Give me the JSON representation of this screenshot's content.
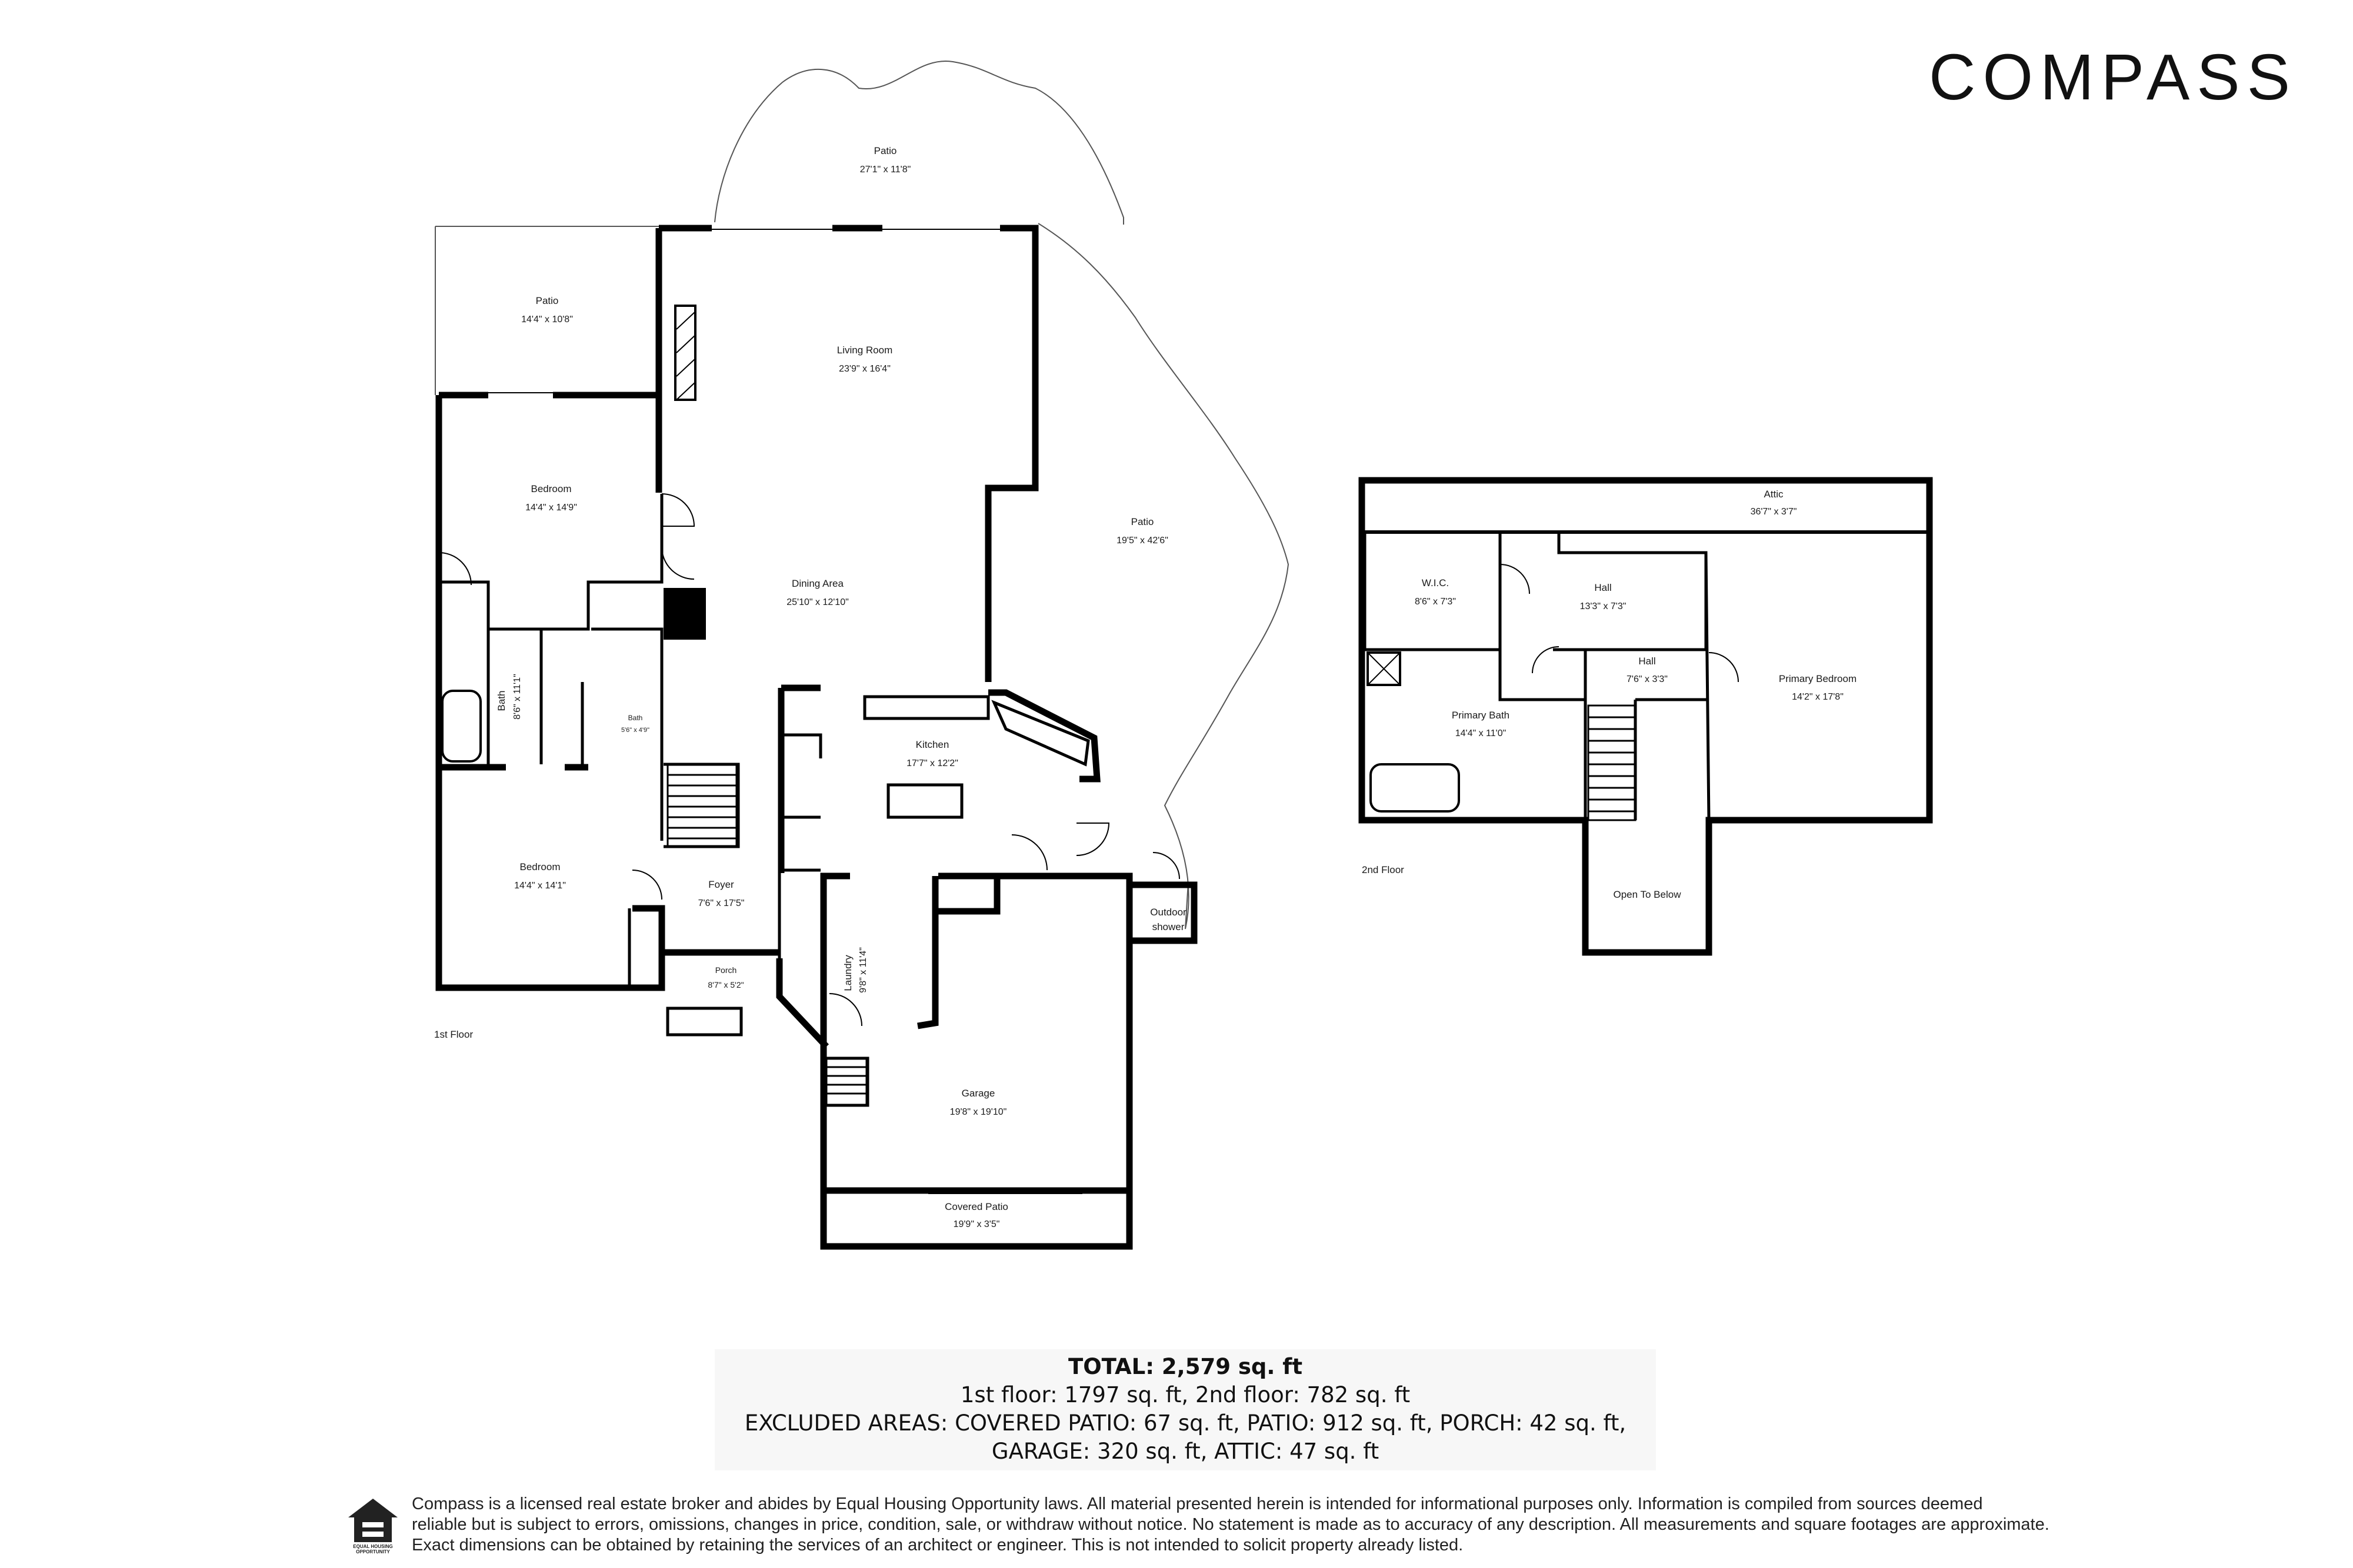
{
  "brand": {
    "logo_text": "COMPASS"
  },
  "floors": {
    "first": {
      "label": "1st Floor"
    },
    "second": {
      "label": "2nd Floor"
    }
  },
  "rooms": {
    "patio_top": {
      "name": "Patio",
      "dims": "27'1\" x 11'8\""
    },
    "patio_left": {
      "name": "Patio",
      "dims": "14'4\" x 10'8\""
    },
    "living_room": {
      "name": "Living Room",
      "dims": "23'9\" x 16'4\""
    },
    "patio_right": {
      "name": "Patio",
      "dims": "19'5\" x 42'6\""
    },
    "bedroom_upper": {
      "name": "Bedroom",
      "dims": "14'4\" x 14'9\""
    },
    "dining_area": {
      "name": "Dining Area",
      "dims": "25'10\" x 12'10\""
    },
    "bath_large": {
      "name": "Bath",
      "dims": "8'6\" x 11'1\""
    },
    "bath_small": {
      "name": "Bath",
      "dims": "5'6\" x 4'9\""
    },
    "kitchen": {
      "name": "Kitchen",
      "dims": "17'7\" x 12'2\""
    },
    "bedroom_lower": {
      "name": "Bedroom",
      "dims": "14'4\" x 14'1\""
    },
    "foyer": {
      "name": "Foyer",
      "dims": "7'6\" x 17'5\""
    },
    "porch": {
      "name": "Porch",
      "dims": "8'7\" x 5'2\""
    },
    "laundry": {
      "name": "Laundry",
      "dims": "9'8\" x 11'4\""
    },
    "outdoor_shower": {
      "name": "Outdoor",
      "name2": "shower"
    },
    "garage": {
      "name": "Garage",
      "dims": "19'8\" x 19'10\""
    },
    "covered_patio": {
      "name": "Covered Patio",
      "dims": "19'9\" x 3'5\""
    },
    "attic": {
      "name": "Attic",
      "dims": "36'7\" x 3'7\""
    },
    "wic": {
      "name": "W.I.C.",
      "dims": "8'6\" x 7'3\""
    },
    "hall_upper": {
      "name": "Hall",
      "dims": "13'3\" x 7'3\""
    },
    "hall_lower": {
      "name": "Hall",
      "dims": "7'6\" x 3'3\""
    },
    "primary_bedroom": {
      "name": "Primary Bedroom",
      "dims": "14'2\" x 17'8\""
    },
    "primary_bath": {
      "name": "Primary Bath",
      "dims": "14'4\" x 11'0\""
    },
    "open_to_below": {
      "name": "Open To Below"
    }
  },
  "totals": {
    "line1": "TOTAL: 2,579  sq. ft",
    "line2": "1st floor: 1797 sq. ft, 2nd floor: 782 sq. ft",
    "line3": "EXCLUDED AREAS: COVERED PATIO: 67 sq. ft, PATIO: 912 sq. ft, PORCH: 42 sq. ft,",
    "line4": "GARAGE:  320 sq. ft, ATTIC: 47 sq. ft"
  },
  "disclaimer": {
    "line1": "Compass is a licensed real estate broker and abides by Equal Housing Opportunity laws. All material presented herein is intended for informational purposes only. Information is compiled from sources deemed",
    "line2": "reliable but is subject to errors, omissions, changes in price, condition, sale, or withdraw without notice. No statement is made as to accuracy of any description. All measurements and square footages are approximate.",
    "line3": "Exact dimensions can be obtained by retaining the services of an architect or engineer. This is not intended to solicit property already listed."
  },
  "equal_housing": {
    "icon": "equal-housing-icon",
    "text1": "EQUAL HOUSING",
    "text2": "OPPORTUNITY"
  }
}
